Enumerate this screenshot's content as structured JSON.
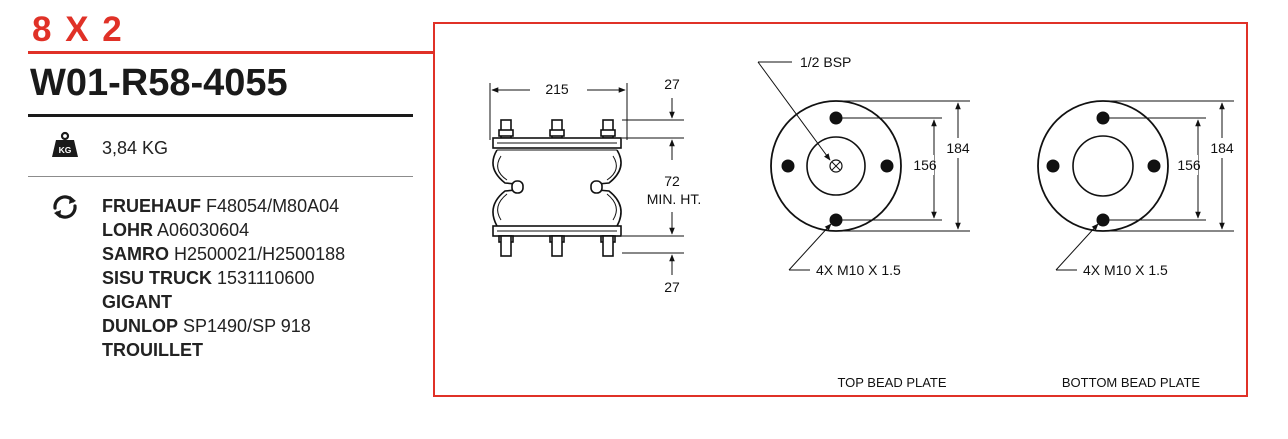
{
  "header": {
    "size_code": "8 X 2",
    "part_number": "W01-R58-4055"
  },
  "weight": {
    "icon": "weight-kg-icon",
    "icon_text": "KG",
    "value": "3,84 KG"
  },
  "cross_references": {
    "icon": "refresh-cycle-icon",
    "items": [
      {
        "brand": "FRUEHAUF",
        "code": "F48054/M80A04"
      },
      {
        "brand": "LOHR",
        "code": "A06030604"
      },
      {
        "brand": "SAMRO",
        "code": "H2500021/H2500188"
      },
      {
        "brand": "SISU TRUCK",
        "code": "1531110600"
      },
      {
        "brand": "GIGANT",
        "code": ""
      },
      {
        "brand": "DUNLOP",
        "code": "SP1490/SP 918"
      },
      {
        "brand": "TROUILLET",
        "code": ""
      }
    ]
  },
  "drawing": {
    "side_view": {
      "width_dim": "215",
      "top_plate_dim": "27",
      "bottom_plate_dim": "27",
      "min_height_dim": "72",
      "min_height_label": "MIN. HT."
    },
    "top_plate": {
      "port_label": "1/2 BSP",
      "outer_dim": "184",
      "bolt_dim": "156",
      "bolt_label": "4X M10 X 1.5",
      "caption": "TOP BEAD PLATE"
    },
    "bottom_plate": {
      "outer_dim": "184",
      "bolt_dim": "156",
      "bolt_label": "4X M10 X 1.5",
      "caption": "BOTTOM BEAD PLATE"
    }
  },
  "colors": {
    "accent": "#e03127",
    "text": "#1a1a1a"
  }
}
